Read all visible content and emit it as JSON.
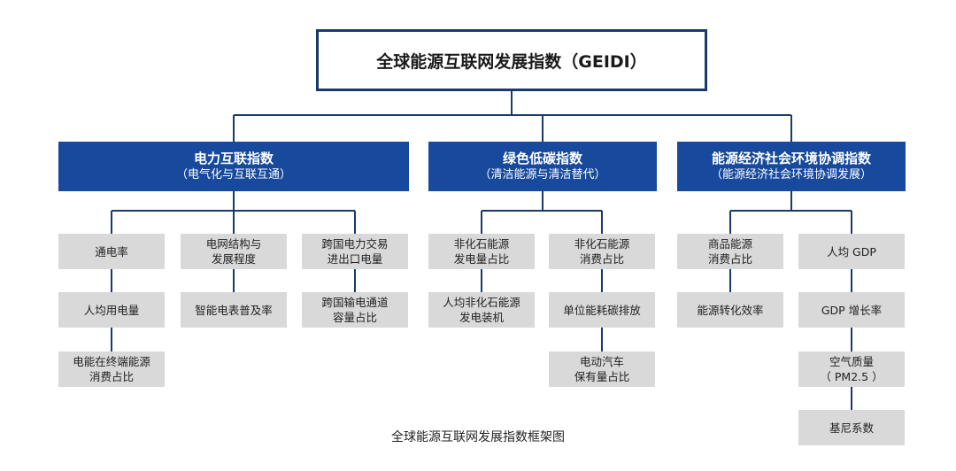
{
  "title": "全球能源互联网发展指数（GEIDI）",
  "categories": [
    {
      "name": "电力互联指数",
      "sub": "（电气化与互联互通）",
      "columns": [
        [
          [
            "通电率"
          ],
          [
            "人均用电量"
          ],
          [
            "电能在终端能源",
            "消费占比"
          ]
        ],
        [
          [
            "电网结构与",
            "发展程度"
          ],
          [
            "智能电表普及率"
          ]
        ],
        [
          [
            "跨国电力交易",
            "进出口电量"
          ],
          [
            "跨国输电通道",
            "容量占比"
          ]
        ]
      ]
    },
    {
      "name": "绿色低碳指数",
      "sub": "（清洁能源与清洁替代）",
      "columns": [
        [
          [
            "非化石能源",
            "发电量占比"
          ],
          [
            "人均非化石能源",
            "发电装机"
          ]
        ],
        [
          [
            "非化石能源",
            "消费占比"
          ],
          [
            "单位能耗碳排放"
          ],
          [
            "电动汽车",
            "保有量占比"
          ]
        ]
      ]
    },
    {
      "name": "能源经济社会环境协调指数",
      "sub": "（能源经济社会环境协调发展）",
      "columns": [
        [
          [
            "商品能源",
            "消费占比"
          ],
          [
            "能源转化效率"
          ]
        ],
        [
          [
            "人均 GDP"
          ],
          [
            "GDP 增长率"
          ],
          [
            "空气质量",
            "（ PM2.5 ）"
          ],
          [
            "基尼系数"
          ]
        ]
      ]
    }
  ],
  "caption": "全球能源互联网发展指数框架图"
}
